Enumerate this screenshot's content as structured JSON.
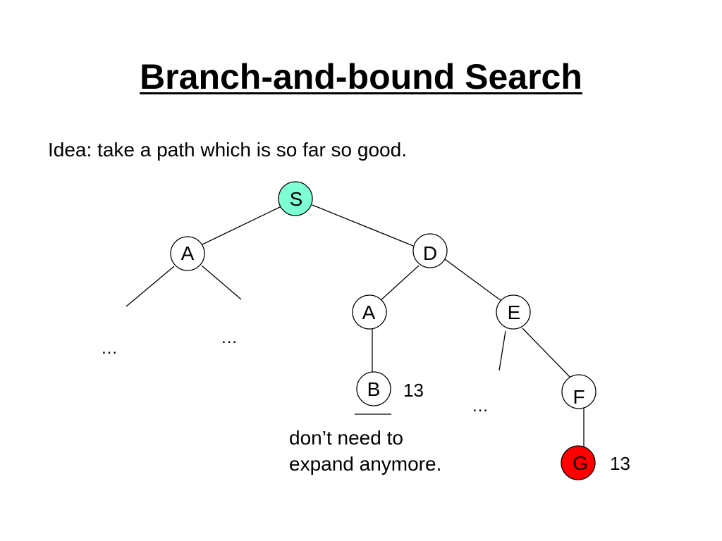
{
  "slide": {
    "title": "Branch-and-bound Search",
    "idea": "Idea: take a path which is so far so good.",
    "note_line1": "don’t need to",
    "note_line2": "expand anymore."
  },
  "tree": {
    "nodes": [
      {
        "id": "S",
        "label": "S",
        "fill": "#7FFFD4"
      },
      {
        "id": "A1",
        "label": "A",
        "fill": "#FFFFFF"
      },
      {
        "id": "D",
        "label": "D",
        "fill": "#FFFFFF"
      },
      {
        "id": "A2",
        "label": "A",
        "fill": "#FFFFFF"
      },
      {
        "id": "E",
        "label": "E",
        "fill": "#FFFFFF"
      },
      {
        "id": "B",
        "label": "B",
        "fill": "#FFFFFF"
      },
      {
        "id": "F",
        "label": "F",
        "fill": "#FFFFFF"
      },
      {
        "id": "G",
        "label": "G",
        "fill": "#FF0000"
      }
    ],
    "edges": [
      [
        "S",
        "A1"
      ],
      [
        "S",
        "D"
      ],
      [
        "D",
        "A2"
      ],
      [
        "D",
        "E"
      ],
      [
        "A2",
        "B"
      ],
      [
        "E",
        "F"
      ],
      [
        "F",
        "G"
      ]
    ],
    "cost_B": "13",
    "cost_G": "13",
    "ellipsis": "…"
  },
  "colors": {
    "start_node": "#7FFFD4",
    "goal_node": "#FF0000"
  }
}
